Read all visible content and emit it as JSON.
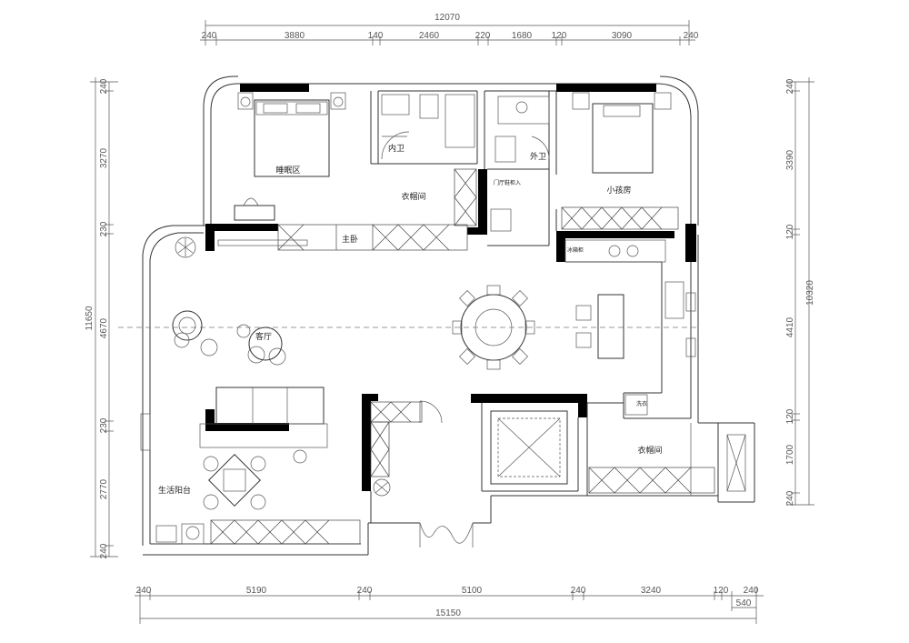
{
  "dimensions": {
    "top_total": "12070",
    "top": [
      "240",
      "3880",
      "140",
      "2460",
      "220",
      "1680",
      "120",
      "3090",
      "240"
    ],
    "bottom_total": "15150",
    "bottom": [
      "240",
      "5190",
      "240",
      "5100",
      "240",
      "3240",
      "120",
      "240"
    ],
    "bottom_extra": "540",
    "left_total": "11650",
    "left": [
      "240",
      "3270",
      "230",
      "4670",
      "230",
      "2770",
      "240"
    ],
    "right_total": "10320",
    "right": [
      "240",
      "3390",
      "120",
      "4410",
      "120",
      "1700",
      "240"
    ]
  },
  "rooms": {
    "sleeping_area": "睡眠区",
    "inner_bath": "内卫",
    "outer_bath": "外卫",
    "walk_in_closet_top": "衣帽间",
    "kids_room": "小孩房",
    "master_bath_sink": "主卧",
    "kitchen_fridge": "冰箱柜",
    "living_room": "客厅",
    "laundry": "洗衣",
    "walk_in_closet_bottom": "衣帽间",
    "balcony": "生活阳台",
    "storage": "门厅鞋柜入"
  }
}
